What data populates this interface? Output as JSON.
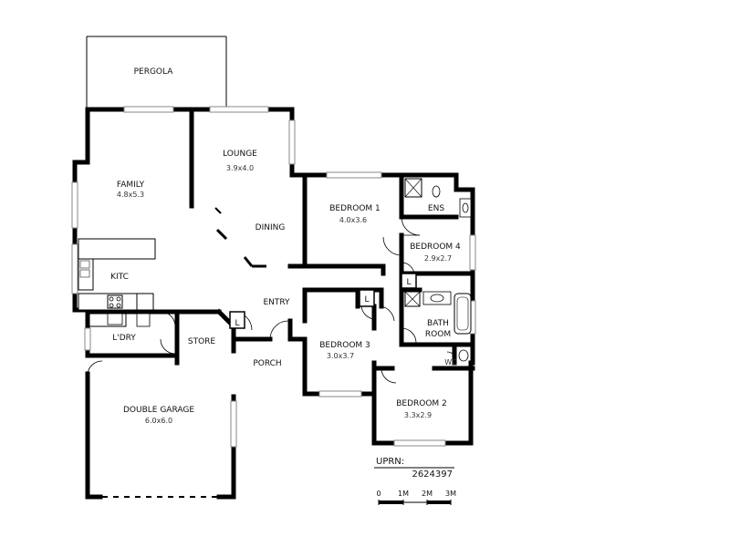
{
  "rooms": {
    "pergola": {
      "name": "PERGOLA"
    },
    "family": {
      "name": "FAMILY",
      "size": "4.8x5.3"
    },
    "lounge": {
      "name": "LOUNGE",
      "size": "3.9x4.0"
    },
    "dining": {
      "name": "DINING"
    },
    "kitchen": {
      "name": "KITC"
    },
    "laundry": {
      "name": "L'DRY"
    },
    "store": {
      "name": "STORE"
    },
    "entry": {
      "name": "ENTRY"
    },
    "porch": {
      "name": "PORCH"
    },
    "garage": {
      "name": "DOUBLE GARAGE",
      "size": "6.0x6.0"
    },
    "bedroom1": {
      "name": "BEDROOM 1",
      "size": "4.0x3.6"
    },
    "ensuite": {
      "name": "ENS"
    },
    "bedroom4": {
      "name": "BEDROOM 4",
      "size": "2.9x2.7"
    },
    "bathroom": {
      "name_line1": "BATH",
      "name_line2": "ROOM"
    },
    "bedroom3": {
      "name": "BEDROOM 3",
      "size": "3.0x3.7"
    },
    "bedroom2": {
      "name": "BEDROOM 2",
      "size": "3.3x2.9"
    },
    "wc": {
      "name": "WC"
    },
    "linen1": {
      "name": "L"
    },
    "linen2": {
      "name": "L"
    },
    "linen3": {
      "name": "L"
    }
  },
  "info": {
    "uprn_label": "UPRN:",
    "uprn_value": "2624397"
  },
  "scale": {
    "labels": [
      "0",
      "1M",
      "2M",
      "3M"
    ]
  }
}
